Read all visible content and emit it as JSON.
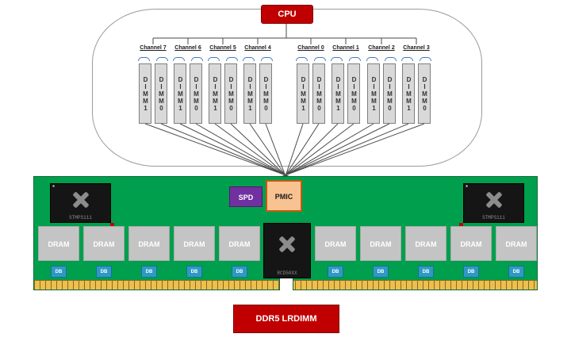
{
  "cpu_label": "CPU",
  "channels": [
    {
      "label": "Channel 7"
    },
    {
      "label": "Channel 6"
    },
    {
      "label": "Channel 5"
    },
    {
      "label": "Channel 4"
    },
    {
      "label": "Channel 0"
    },
    {
      "label": "Channel 1"
    },
    {
      "label": "Channel 2"
    },
    {
      "label": "Channel 3"
    }
  ],
  "dimm_labels": [
    "DIMM1",
    "DIMM0"
  ],
  "module": {
    "spd_label": "SPD",
    "pmic_label": "PMIC",
    "left_chip_label": "STMPS111",
    "right_chip_label": "STMPS111",
    "center_chip_label": "RCD50XX",
    "dram_label": "DRAM",
    "db_label": "DB"
  },
  "bottom_label": "DDR5 LRDIMM",
  "colors": {
    "cpu_red": "#C00000",
    "pcb_green": "#009F4D",
    "spd_purple": "#7030A0",
    "pmic_orange": "#F9C291",
    "pmic_border": "#C55A11",
    "dram_gray": "#C4C4C4",
    "db_blue": "#2E9AC4",
    "gold_edge": "#EDBF4F",
    "brace_blue": "#4472C4"
  }
}
